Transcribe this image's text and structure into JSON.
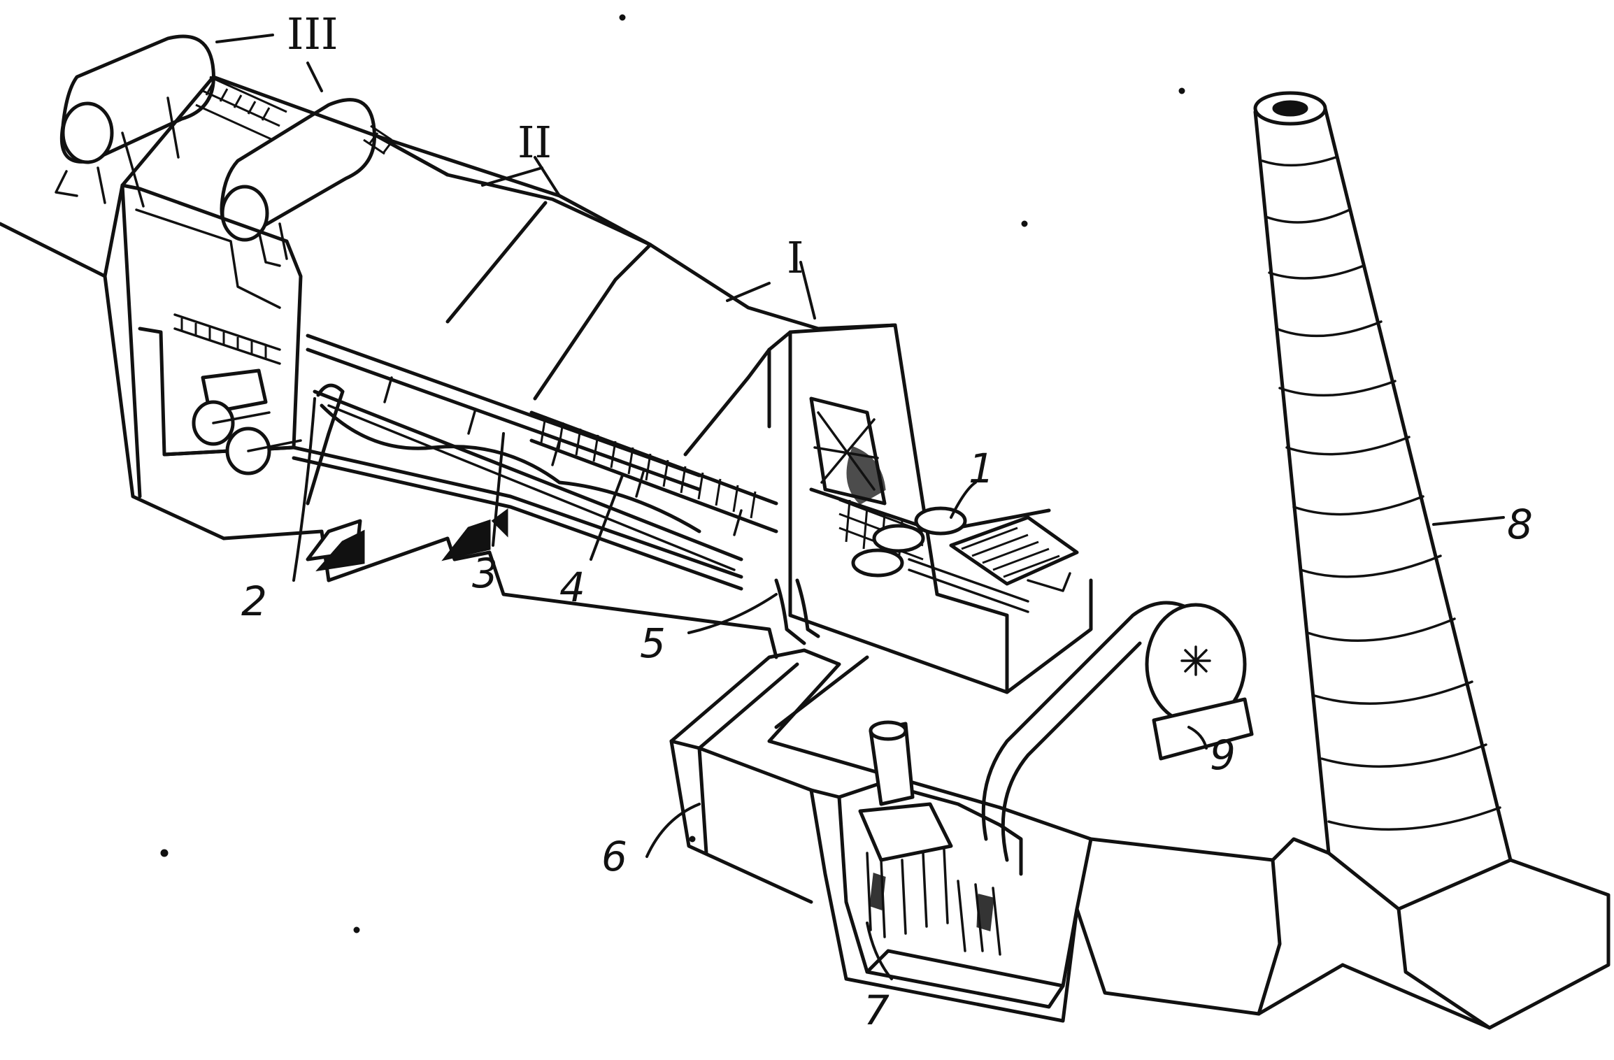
{
  "labels": {
    "n1": "1",
    "n2": "2",
    "n3": "3",
    "n4": "4",
    "n5": "5",
    "n6": "6",
    "n7": "7",
    "n8": "8",
    "n9": "9",
    "r1": "I",
    "r2": "II",
    "r3": "III"
  },
  "colors": {
    "ink": "#111111",
    "paper": "#ffffff"
  }
}
